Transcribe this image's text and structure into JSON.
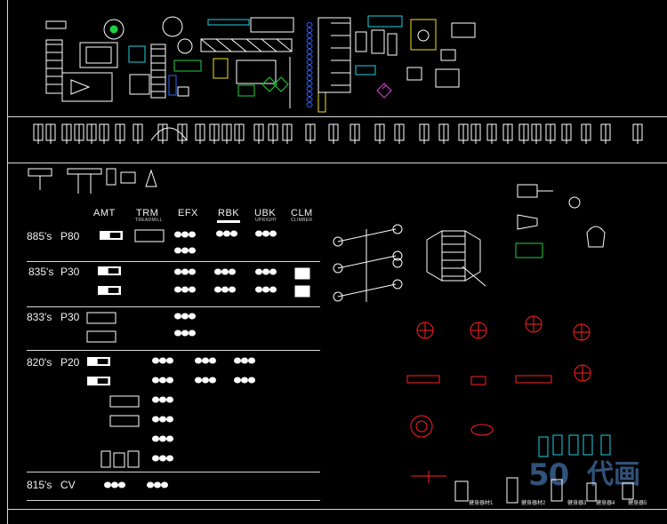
{
  "columns": [
    {
      "key": "amt",
      "label": "AMT",
      "sub": ""
    },
    {
      "key": "trm",
      "label": "TRM",
      "sub": "TREADMILL"
    },
    {
      "key": "efx",
      "label": "EFX",
      "sub": ""
    },
    {
      "key": "rbk",
      "label": "RBK",
      "sub": ""
    },
    {
      "key": "ubk",
      "label": "UBK",
      "sub": "UPRIGHT"
    },
    {
      "key": "clm",
      "label": "CLM",
      "sub": "CLIMBER"
    }
  ],
  "rows": [
    {
      "series": "885's",
      "model": "P80"
    },
    {
      "series": "835's",
      "model": "P30"
    },
    {
      "series": "833's",
      "model": "P30"
    },
    {
      "series": "820's",
      "model": "P20"
    },
    {
      "series": "815's",
      "model": "CV"
    }
  ],
  "captions": [
    "健身器材1",
    "健身器材2",
    "健身器3",
    "健身器4",
    "健身器5"
  ],
  "watermark": {
    "number": "50",
    "text": "代画"
  },
  "colors": {
    "background": "#000000",
    "line": "#d8d8d8",
    "block": "#ffffff",
    "red": "#ff2020",
    "cyan": "#20d0e0",
    "yellow": "#f0e020",
    "green": "#20d040",
    "magenta": "#e040e0",
    "blue": "#3060ff"
  }
}
